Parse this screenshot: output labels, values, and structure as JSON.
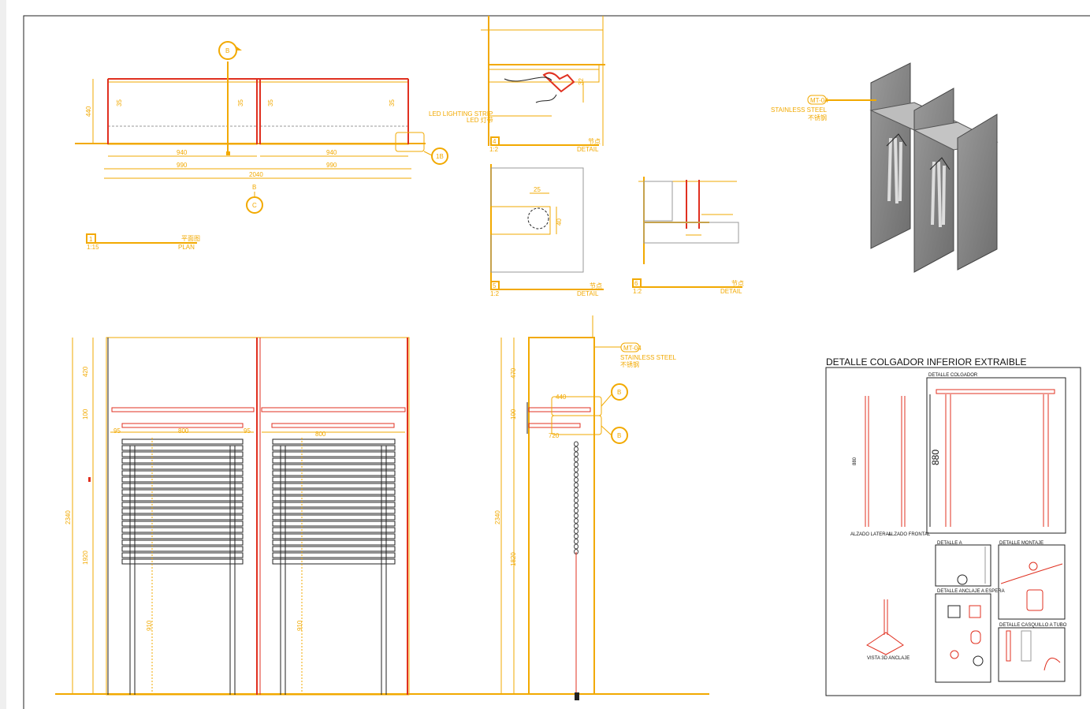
{
  "colors": {
    "accent": "#f2a900",
    "line_red": "#e03020",
    "concrete": "#8c8c8c",
    "frame": "#222222"
  },
  "plan": {
    "dims_top": [
      "940",
      "940"
    ],
    "dims_mid": [
      "990",
      "990"
    ],
    "dim_total": "2040",
    "dim_height": "440",
    "side_dims": [
      "35",
      "35",
      "35",
      "35"
    ],
    "label_num": "1",
    "label_scale": "1:15",
    "label_cn": "平面图",
    "label_en": "PLAN",
    "callout_top": "B",
    "callout_right": "1B",
    "callout_bottom": "C",
    "callout_bottom_top": "B"
  },
  "detail4": {
    "num": "4",
    "scale": "1:2",
    "cn": "节点",
    "en": "DETAIL",
    "dim": "32",
    "led_en": "LED LIGHTING STRIP",
    "led_cn": "LED 灯带"
  },
  "detail5": {
    "num": "5",
    "scale": "1:2",
    "cn": "节点",
    "en": "DETAIL",
    "dim_w": "25",
    "dim_h": "40"
  },
  "detail6": {
    "num": "6",
    "scale": "1:2",
    "cn": "节点",
    "en": "DETAIL"
  },
  "material": {
    "tag": "MT-04",
    "en": "STAINLESS STEEL",
    "cn": "不锈钢"
  },
  "elevation": {
    "dims": [
      "420",
      "100",
      "1920",
      "2340",
      "910"
    ],
    "dim_shelf": [
      "95",
      "800",
      "95"
    ]
  },
  "section": {
    "dims": [
      "470",
      "100",
      "2340",
      "1820"
    ],
    "dim_small": [
      "440",
      "720"
    ],
    "callout": "B"
  },
  "sheet": {
    "title": "DETALLE COLGADOR INFERIOR EXTRAIBLE",
    "detalle_colgador": "DETALLE COLGADOR",
    "dim_880": "880",
    "dim_880_small": "880",
    "alzado_lateral": "ALZADO LATERAL",
    "alzado_frontal": "ALZADO FRONTAL",
    "detalle_a": "DETALLE A",
    "detalle_montaje": "DETALLE MONTAJE",
    "detalle_anclaje": "DETALLE ANCLAJE A ESPERA",
    "detalle_casquillo": "DETALLE CASQUILLO A TUBO",
    "vista_3d": "VISTA 3D ANCLAJE"
  }
}
